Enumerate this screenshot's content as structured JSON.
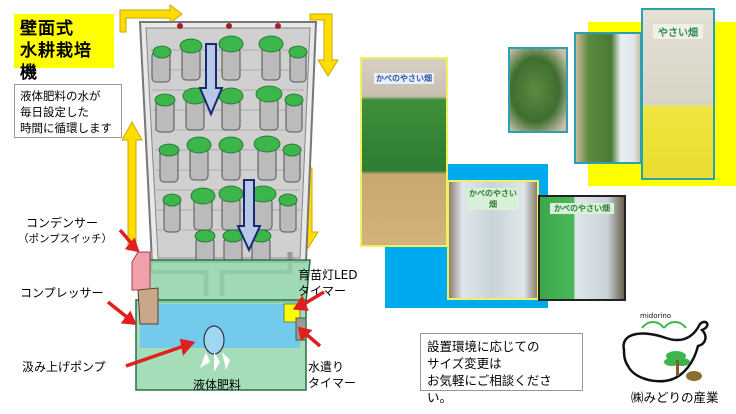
{
  "title": {
    "line1": "壁面式",
    "line2": "水耕栽培機"
  },
  "notes": {
    "circulation": [
      "液体肥料の水が",
      "毎日設定した",
      "時間に循環します"
    ],
    "size_consult": [
      "設置環境に応じての",
      "サイズ変更は",
      "お気軽にご相談ください。"
    ]
  },
  "labels": {
    "condenser": "コンデンサー",
    "condenser_sub": "（ポンプスイッチ）",
    "compressor": "コンプレッサー",
    "pump": "汲み上げポンプ",
    "liquid_fertilizer": "液体肥料",
    "led_timer_1": "育苗灯LED",
    "led_timer_2": "タイマー",
    "water_timer_1": "水遣り",
    "water_timer_2": "タイマー"
  },
  "photos": [
    {
      "id": "photo-cardboard-unit",
      "sign": "かべのやさい畑"
    },
    {
      "id": "photo-open-unit-lit",
      "sign": "かべのやさい畑"
    },
    {
      "id": "photo-open-unit-decorated",
      "sign": "かべのやさい畑"
    },
    {
      "id": "photo-plants-interior",
      "sign": ""
    },
    {
      "id": "photo-open-door-plants",
      "sign": ""
    },
    {
      "id": "photo-yellow-cabinet",
      "sign": "やさい畑"
    }
  ],
  "logo": {
    "arc_text": "midorino",
    "company": "㈱みどりの産業"
  },
  "colors": {
    "title_bg": "#ffff00",
    "yellow_panel": "#ffff00",
    "blue_panel": "#00aaee",
    "arrow_red": "#e02020",
    "flow_arrow_yellow": "#ffdd00",
    "tank_green": "#8fd4a8",
    "water_blue": "#6ec8f0"
  }
}
